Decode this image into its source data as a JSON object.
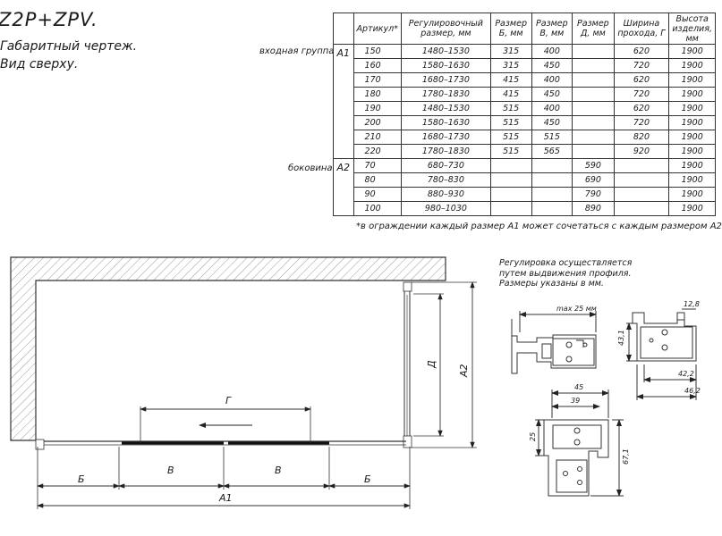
{
  "header": {
    "title": "Z2P+ZPV.",
    "subtitle_line1": "Габаритный чертеж.",
    "subtitle_line2": "Вид сверху."
  },
  "spec_table": {
    "headers": [
      "Артикул*",
      "Регулировочный размер, мм",
      "Размер Б, мм",
      "Размер В, мм",
      "Размер Д, мм",
      "Ширина прохода, Г",
      "Высота изделия, мм"
    ],
    "groups": [
      {
        "label": "входная группа",
        "code": "A1",
        "rows": [
          [
            "150",
            "1480–1530",
            "315",
            "400",
            "",
            "620",
            "1900"
          ],
          [
            "160",
            "1580–1630",
            "315",
            "450",
            "",
            "720",
            "1900"
          ],
          [
            "170",
            "1680–1730",
            "415",
            "400",
            "",
            "620",
            "1900"
          ],
          [
            "180",
            "1780–1830",
            "415",
            "450",
            "",
            "720",
            "1900"
          ],
          [
            "190",
            "1480–1530",
            "515",
            "400",
            "",
            "620",
            "1900"
          ],
          [
            "200",
            "1580–1630",
            "515",
            "450",
            "",
            "720",
            "1900"
          ],
          [
            "210",
            "1680–1730",
            "515",
            "515",
            "",
            "820",
            "1900"
          ],
          [
            "220",
            "1780–1830",
            "515",
            "565",
            "",
            "920",
            "1900"
          ]
        ]
      },
      {
        "label": "боковина",
        "code": "A2",
        "rows": [
          [
            "70",
            "680–730",
            "",
            "",
            "590",
            "",
            "1900"
          ],
          [
            "80",
            "780–830",
            "",
            "",
            "690",
            "",
            "1900"
          ],
          [
            "90",
            "880–930",
            "",
            "",
            "790",
            "",
            "1900"
          ],
          [
            "100",
            "980–1030",
            "",
            "",
            "890",
            "",
            "1900"
          ]
        ]
      }
    ]
  },
  "footnote": "*в ограждении каждый размер A1 может сочетаться с каждым размером A2",
  "note": {
    "line1": "Регулировка осуществляется",
    "line2": "путем выдвижения профиля.",
    "line3": "Размеры указаны в мм."
  },
  "plan_labels": {
    "G": "Г",
    "D": "Д",
    "A2": "A2",
    "A1": "A1",
    "B": "Б",
    "V": "В"
  },
  "profile_dims": {
    "max": "max 25 мм",
    "d12_8": "12,8",
    "d43_1": "43,1",
    "d42_2": "42,2",
    "d46_2": "46,2",
    "d45": "45",
    "d39": "39",
    "d25": "25",
    "d67_1": "67,1"
  }
}
